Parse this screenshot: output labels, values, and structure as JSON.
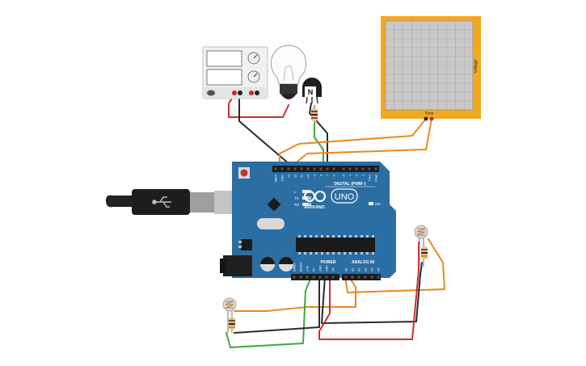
{
  "oscilloscope": {
    "x_label": "Time",
    "y_label": "Voltage"
  },
  "transistor": {
    "label": "N"
  },
  "arduino": {
    "brand": "ARDUINO",
    "model": "UNO",
    "digital_label": "DIGITAL (PWM~)",
    "power_label": "POWER",
    "analog_label": "ANALOG IN",
    "led_l": "L",
    "led_tx": "TX",
    "led_rx": "RX",
    "led_on": "ON",
    "digital_pins": [
      "AREF",
      "GND",
      "13",
      "12",
      "~11",
      "~10",
      "~9",
      "8",
      "7",
      "~6",
      "~5",
      "4",
      "~3",
      "2",
      "TX▸1",
      "RX◂0"
    ],
    "power_pins": [
      "IOREF",
      "RESET",
      "3.3V",
      "5V",
      "GND",
      "GND",
      "Vin"
    ],
    "analog_pins": [
      "A0",
      "A1",
      "A2",
      "A3",
      "A4",
      "A5"
    ]
  },
  "colors": {
    "board": "#2a6ea4",
    "scope_frame": "#f3a81f",
    "wire_orange": "#e8871e",
    "wire_red": "#d42a2a",
    "wire_black": "#2b2b2b",
    "wire_green": "#3fa63f"
  }
}
